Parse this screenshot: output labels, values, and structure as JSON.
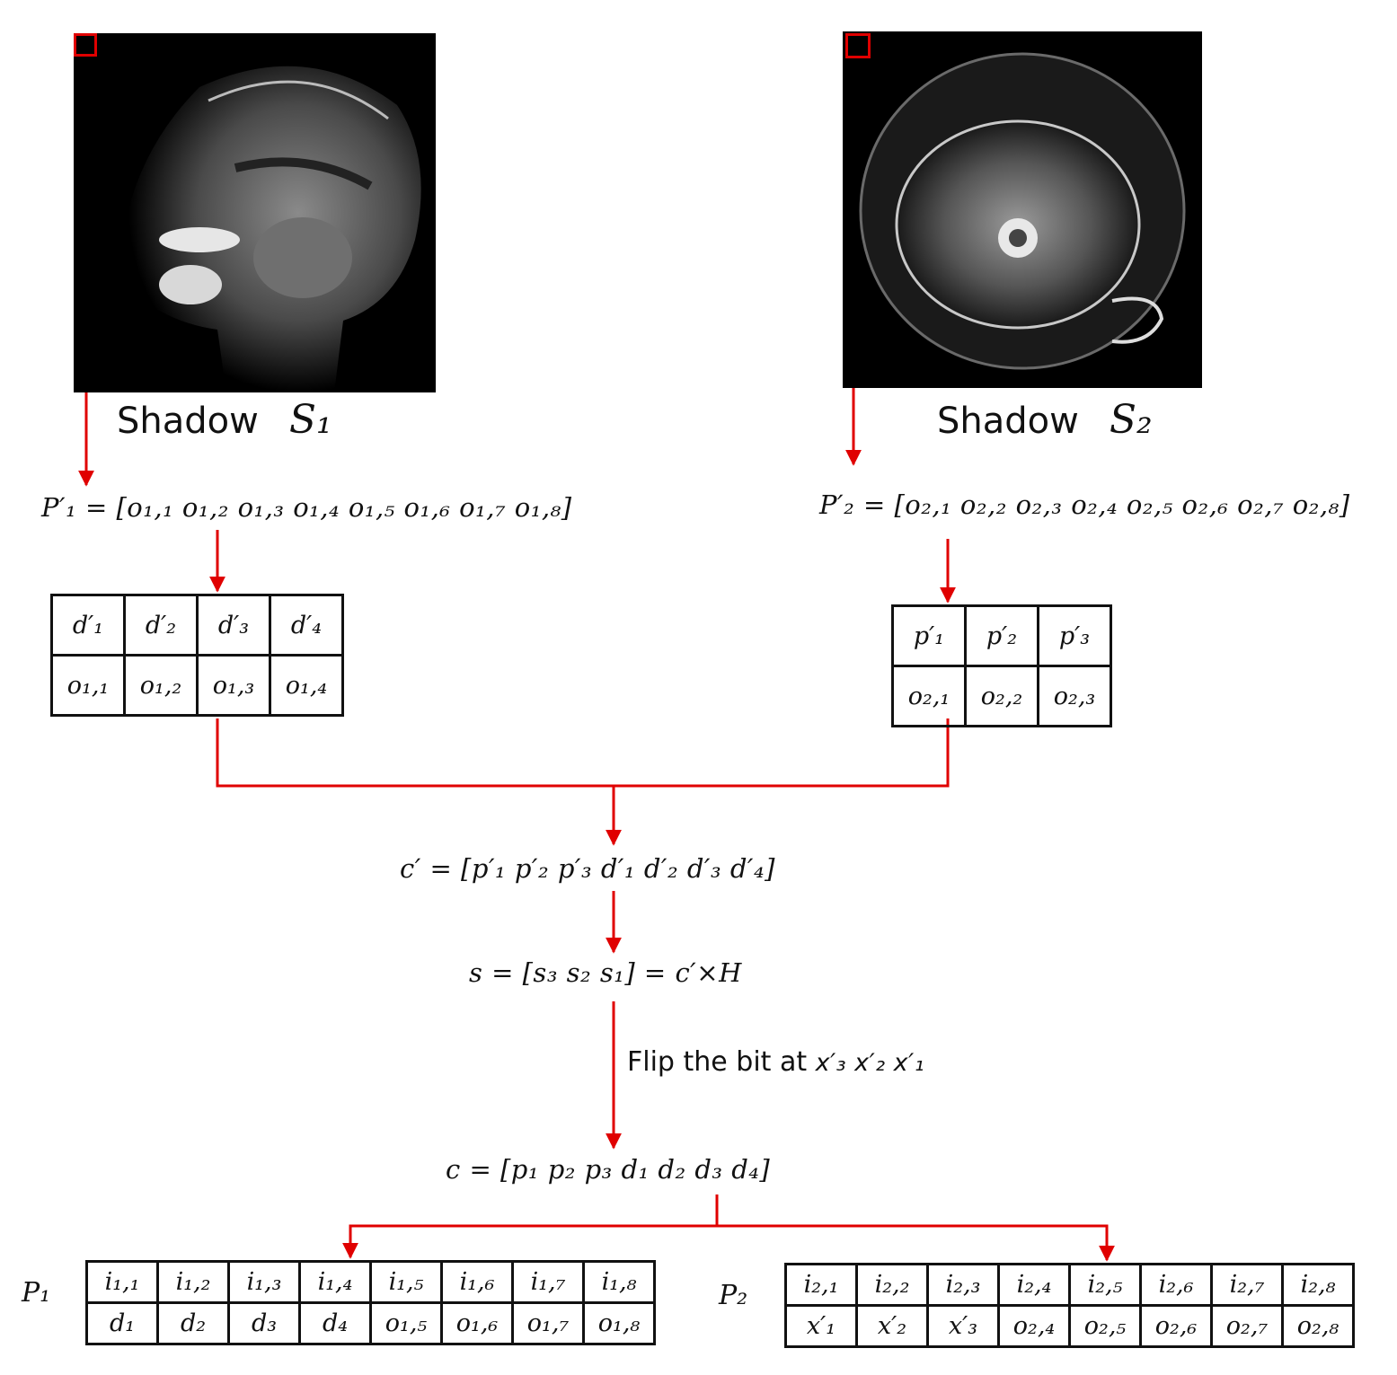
{
  "shadow1": {
    "label": "Shadow",
    "symbol": "S₁"
  },
  "shadow2": {
    "label": "Shadow",
    "symbol": "S₂"
  },
  "p1_prime_eq": "P′₁ = [o₁,₁  o₁,₂  o₁,₃  o₁,₄  o₁,₅  o₁,₆  o₁,₇  o₁,₈]",
  "p2_prime_eq": "P′₂ = [o₂,₁  o₂,₂  o₂,₃  o₂,₄  o₂,₅  o₂,₆  o₂,₇  o₂,₈]",
  "table_d": {
    "top": [
      "d′₁",
      "d′₂",
      "d′₃",
      "d′₄"
    ],
    "bottom": [
      "o₁,₁",
      "o₁,₂",
      "o₁,₃",
      "o₁,₄"
    ]
  },
  "table_p": {
    "top": [
      "p′₁",
      "p′₂",
      "p′₃"
    ],
    "bottom": [
      "o₂,₁",
      "o₂,₂",
      "o₂,₃"
    ]
  },
  "c_prime_eq": "c′ = [p′₁  p′₂  p′₃   d′₁  d′₂   d′₃   d′₄]",
  "s_eq": "s = [s₃  s₂  s₁] = c′×H",
  "flip_note": {
    "text": "Flip the bit at",
    "vars": "x′₃ x′₂ x′₁"
  },
  "c_eq": "c = [p₁  p₂  p₃  d₁  d₂  d₃  d₄]",
  "table_P1": {
    "label": "P₁",
    "top": [
      "i₁,₁",
      "i₁,₂",
      "i₁,₃",
      "i₁,₄",
      "i₁,₅",
      "i₁,₆",
      "i₁,₇",
      "i₁,₈"
    ],
    "bottom": [
      "d₁",
      "d₂",
      "d₃",
      "d₄",
      "o₁,₅",
      "o₁,₆",
      "o₁,₇",
      "o₁,₈"
    ]
  },
  "table_P2": {
    "label": "P₂",
    "top": [
      "i₂,₁",
      "i₂,₂",
      "i₂,₃",
      "i₂,₄",
      "i₂,₅",
      "i₂,₆",
      "i₂,₇",
      "i₂,₈"
    ],
    "bottom": [
      "x′₁",
      "x′₂",
      "x′₃",
      "o₂,₄",
      "o₂,₅",
      "o₂,₆",
      "o₂,₇",
      "o₂,₈"
    ]
  },
  "colors": {
    "arrow": "#e00000",
    "line": "#111111"
  }
}
